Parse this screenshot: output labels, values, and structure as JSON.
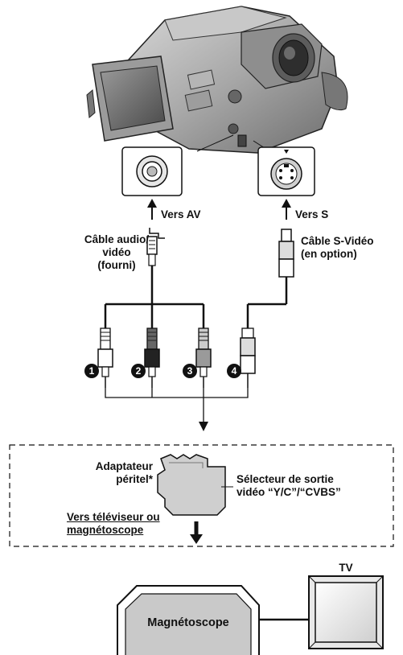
{
  "labels": {
    "vers_av": "Vers AV",
    "vers_s": "Vers S",
    "cable_av": [
      "Câble audio/",
      "vidéo",
      "(fourni)"
    ],
    "cable_s": [
      "Câble S-Vidéo",
      "(en option)"
    ],
    "plug_numbers": [
      "1",
      "2",
      "3",
      "4"
    ],
    "adaptateur": [
      "Adaptateur",
      "péritel*"
    ],
    "selecteur": [
      "Sélecteur de sortie",
      "vidéo “Y/C”/“CVBS”"
    ],
    "vers_tv": [
      "Vers téléviseur ou",
      "magnétoscope"
    ],
    "tv": "TV",
    "vcr": "Magnétoscope"
  },
  "icons": {
    "camcorder": "camcorder-icon",
    "av_jack": "av-jack-icon",
    "s_jack": "s-video-jack-icon",
    "adapter": "scart-adapter-icon",
    "tv": "tv-icon",
    "vcr": "vcr-icon"
  }
}
